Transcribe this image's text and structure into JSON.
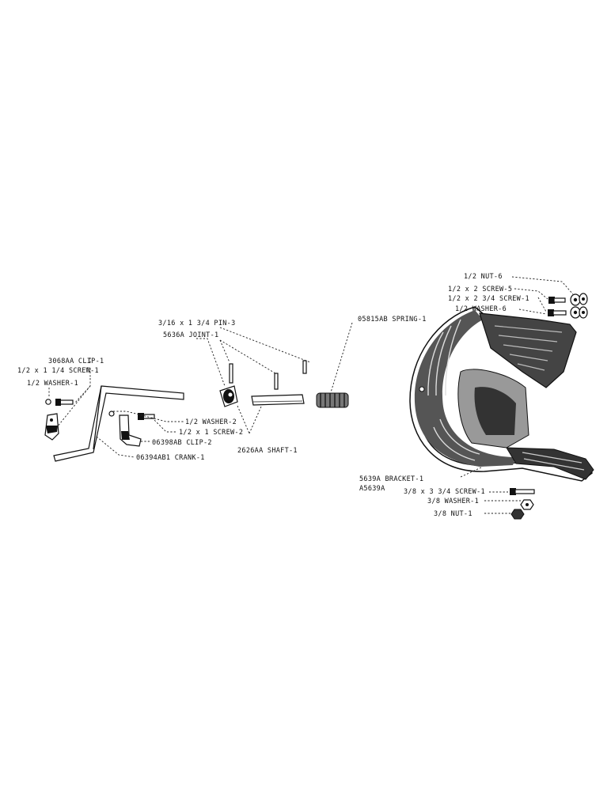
{
  "labels": {
    "clip_1": "3068AA CLIP-1",
    "screw_1_left": "1/2 x 1 1/4 SCREW-1",
    "washer_1_left": "1/2 WASHER-1",
    "crank": "06394AB1 CRANK-1",
    "washer_2": "1/2 WASHER-2",
    "screw_2": "1/2 x 1 SCREW-2",
    "clip_2": "06398AB CLIP-2",
    "pin_3": "3/16 x 1 3/4 PIN-3",
    "joint_1": "5636A JOINT-1",
    "shaft_1": "2626AA SHAFT-1",
    "spring_1": "05815AB SPRING-1",
    "nut_6": "1/2 NUT-6",
    "screw_5": "1/2 x 2 SCREW-5",
    "screw_1_right": "1/2 x 2 3/4 SCREW-1",
    "washer_6": "1/2 WASHER-6",
    "bracket_1": "5639A BRACKET-1",
    "bracket_alt": "A5639A",
    "screw_1_bracket": "3/8 x 3 3/4 SCREW-1",
    "washer_1_bracket": "3/8 WASHER-1",
    "nut_1": "3/8 NUT-1"
  }
}
